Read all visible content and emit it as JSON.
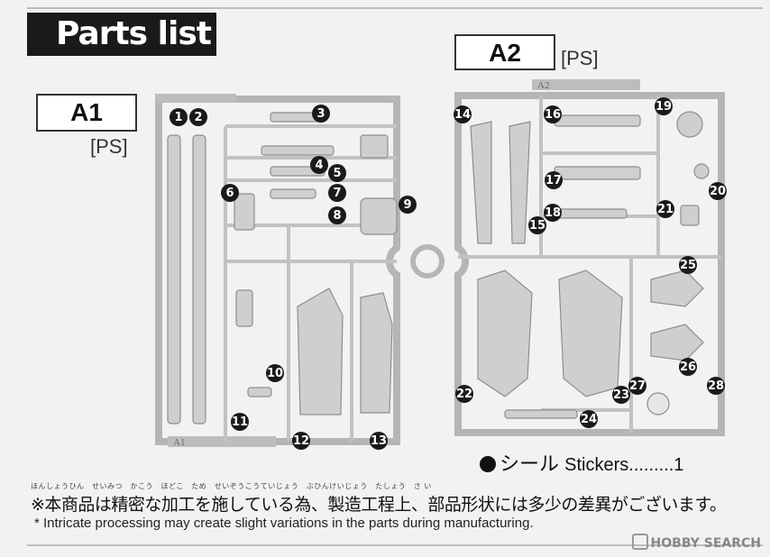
{
  "header": {
    "title": "Parts list"
  },
  "runners": [
    {
      "id": "A1",
      "material": "[PS]",
      "sprue_label": "A1",
      "parts": [
        "1",
        "2",
        "3",
        "4",
        "5",
        "6",
        "7",
        "8",
        "9",
        "10",
        "11",
        "12",
        "13"
      ]
    },
    {
      "id": "A2",
      "material": "[PS]",
      "sprue_label": "A2",
      "parts": [
        "14",
        "15",
        "16",
        "17",
        "18",
        "19",
        "20",
        "21",
        "22",
        "23",
        "24",
        "25",
        "26",
        "27",
        "28"
      ]
    }
  ],
  "stickers": {
    "label_jp": "シール",
    "label_en": "Stickers",
    "dots": ".........",
    "count": "1"
  },
  "notes": {
    "ruby": "ほんしょうひん　せいみつ　かこう　ほどこ　ため　せいぞうこうていじょう　ぶひんけいじょう　たしょう　さ い",
    "jp": "※本商品は精密な加工を施している為、製造工程上、部品形状には多少の差異がございます。",
    "en": "* Intricate processing may create slight variations in the parts during manufacturing."
  },
  "watermark": {
    "brand": "HOBBY SEARCH"
  },
  "colors": {
    "sprue": "#c9c9c9",
    "sprue_edge": "#9a9a9a",
    "badge": "#1a1a1a"
  }
}
